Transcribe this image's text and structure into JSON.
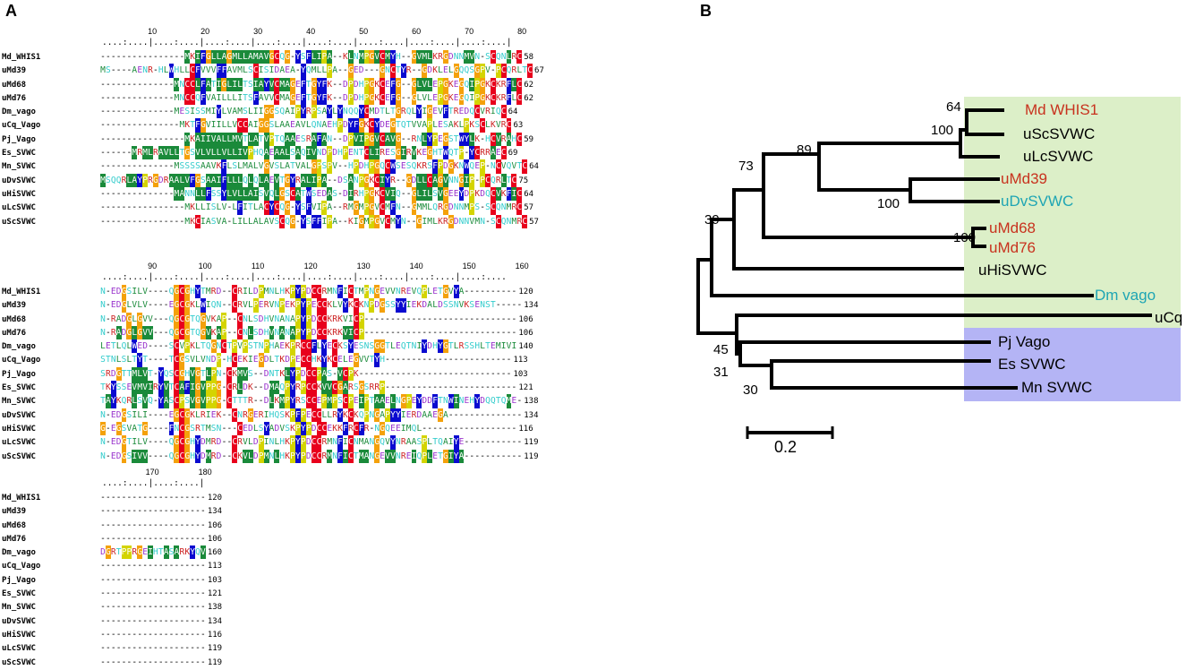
{
  "panels": {
    "a": "A",
    "b": "B"
  },
  "alignment": {
    "names": [
      "Md_WHIS1",
      "uMd39",
      "uMd68",
      "uMd76",
      "Dm_vago",
      "uCq_Vago",
      "Pj_Vago",
      "Es_SVWC",
      "Mn_SVWC",
      "uDvSVWC",
      "uHiSVWC",
      "uLcSVWC",
      "uScSVWC"
    ],
    "blocks": [
      {
        "ticks": [
          "10",
          "20",
          "30",
          "40",
          "50",
          "60",
          "70",
          "80"
        ],
        "rows": [
          {
            "seq": "----------------MKIFGLLAGMLLAMAVGCQG-YSFLIPA--KLNMPGVCMYH--GVMLKRGDNNMVN-SCQNLRC",
            "end": "58"
          },
          {
            "seq": "MS----AENR-HLWHLLCFVVVFFAVMLSCISIDAEA-YQMLLPA--GED---GNCTYR--GDKLELGQQSGPV-PCQRLTC",
            "end": "67"
          },
          {
            "seq": "--------------MNCCLFATIGLILTSIAYVCMAGEFTGYFK--DPDHPGKCEFG--GLVLEPGKEGQIPGKCKRFLC",
            "end": "62"
          },
          {
            "seq": "--------------MNCCQFVAILLLITSFAVVCMAGEFTGYFK--DPDHPGKCEFG--GLVLEPGKEGQIPGKCKRFLC",
            "end": "62"
          },
          {
            "seq": "--------------MESISSMIYLVAMSLIIGGSQAIPYRPSAYLYNQQYCMDTLTGRQLYIGEVFTREDQCVRIQC",
            "end": "64"
          },
          {
            "seq": "---------------MKTFGVIILLVCCAIGGSLAAEAVLQNAEHPDYFGKCYDEGTQTVVAPLESAKLPKSCLKVRC",
            "end": "63"
          },
          {
            "seq": "----------------MKAIIVALLMVTLATVPTQAAESRAFAN--DPVIPGVCAVG--RNLYPEGSTWYLK-HCVRAHC",
            "end": "59"
          },
          {
            "seq": "------MRMLRAVLLTGSVLVLLVLLIVPHQAEAALSAQIVNDPDHPENTCLIRESGIRVKEGHTWQTP-YCRRAEC",
            "end": "69"
          },
          {
            "seq": "--------------MSSSSAAVKFLSLMALVGVSLATVALGPSPV--HPDHPGQCWSESQKRSFPDGKNWQEP-NCVQVTC",
            "end": "64"
          },
          {
            "seq": "MSQQRLAYPRGDRAALVFGSAAIFLLLQLQLAEVTGYRALIPA--DSANPGKCIYR--GDLLCAGVNNGIP-PCQRLTC",
            "end": "75"
          },
          {
            "seq": "--------------MANNLLFSSYLVLLAISVQLGSCATWSEDAS-DIRHPGKCVIQ--GLILSVGEEYDPKDQCVKFIC",
            "end": "64"
          },
          {
            "seq": "----------------MKLLISLV-LFITLACYCQG-YSFVIPA--RMGMPGVCMFN--GMMLQRGDNNMPS-SCQNMRC",
            "end": "57"
          },
          {
            "seq": "----------------MKCIASVA-LILLALAVSCQG-YSFFIPA--KIGMPGVCMYN--GIMLKRGDNNVMN-SCQNMRC",
            "end": "57"
          }
        ]
      },
      {
        "ticks": [
          "90",
          "100",
          "110",
          "120",
          "130",
          "140",
          "150",
          "160"
        ],
        "rows": [
          {
            "seq": "N-EDGSILV----QGCGHYTMRD--CRILDPMNLHKPYPDCCRMNFICTMPNGEVVNREVQPLETGVYA----------",
            "end": "120"
          },
          {
            "seq": "N-EDGLVLV----EGCGKLWIQN--CRVLPERVNPEKPYPECCKLVYKCKNPDGSSYYIEKDALDSSNVKSENST-----",
            "end": "134"
          },
          {
            "seq": "N-RADGLGVV---QGCGTQGVKAP--CNLSDHVNANAPYPDCCKRKVICP-----------------------------",
            "end": "106"
          },
          {
            "seq": "N-RADGLGVV---QGCGTQGVKAP--CNLSDHVNANAPYPDCCKRKVICP-----------------------------",
            "end": "106"
          },
          {
            "seq": "LETLQLWED----SCVPKLTQGNCTPVPSTNPHAEKPRCCFLYECKSYESNSGGTLEQTNIYDHYGTLRSSHLTEMIVI",
            "end": "140"
          },
          {
            "seq": "STNLSLTYT----TCGSVLVNDP-HCEKIEGDLTKDPECCHKYKCELEGVVTYH------------------------",
            "end": "113"
          },
          {
            "seq": "SRDGTTMLVT-YQSCGHVGTLPN-CKMVS--DNTKLYPDCCPAS-VCPK-----------------------------",
            "end": "103"
          },
          {
            "seq": "TKYSSEVMVIRYVTCAFIGVPPG-CRLDK--DMAQPYRPCCKVVCGARSGSRRP-------------------------",
            "end": "121"
          },
          {
            "seq": "TAYKQRLSVQ-YASCPSVGVPPG-CTTTR--DLKMPYRSCCEPMPSCPEIPTAAELNGPEYDDFTNWINEHYDQQTQME-",
            "end": "138"
          },
          {
            "seq": "N-EDGSILI----EGCGKLRIEK--CNRGERIHQSKPFPECCLLRYKCKQPNGAPYYIERDAAEGA--------------",
            "end": "134"
          },
          {
            "seq": "G-EGSVATG----FNCGSRTMSN---CEDLSYADVSKPYPDCCEKKFRCFR-NGQEEIMQL------------------",
            "end": "116"
          },
          {
            "seq": "N-EDGTILV----QGCGHYDMRD--CRVLDPINLHKPYPDCCRMNFICNMANGQVYNRAASPLTQAIYE-----------",
            "end": "119"
          },
          {
            "seq": "N-EDGSIVV----QGCGHYDMRD--CKVLDPMNLHKPYPDCCRMNFICTMANGEVVNREIQPLETGIYA-----------",
            "end": "119"
          }
        ]
      },
      {
        "ticks": [
          "170",
          "180"
        ],
        "rows": [
          {
            "seq": "--------------------",
            "end": "120"
          },
          {
            "seq": "--------------------",
            "end": "134"
          },
          {
            "seq": "--------------------",
            "end": "106"
          },
          {
            "seq": "--------------------",
            "end": "106"
          },
          {
            "seq": "DGRTPPRGEIHTASARKYQV",
            "end": "160"
          },
          {
            "seq": "--------------------",
            "end": "113"
          },
          {
            "seq": "--------------------",
            "end": "103"
          },
          {
            "seq": "--------------------",
            "end": "121"
          },
          {
            "seq": "--------------------",
            "end": "138"
          },
          {
            "seq": "--------------------",
            "end": "134"
          },
          {
            "seq": "--------------------",
            "end": "116"
          },
          {
            "seq": "--------------------",
            "end": "119"
          },
          {
            "seq": "--------------------",
            "end": "119"
          }
        ]
      }
    ],
    "colors": {
      "hydrophobic": "#1a8a3a",
      "cysteine": "#e8001c",
      "aromatic": "#0a0ad0",
      "glycine": "#f4a10a",
      "proline": "#d4d400",
      "polar": "#33cccc",
      "charged_pos": "#cc2222",
      "charged_neg": "#9933cc",
      "other": "#8888cc"
    }
  },
  "tree": {
    "leaves": [
      {
        "label": "Md WHIS1",
        "color": "#c8321e"
      },
      {
        "label": "uScSVWC",
        "color": "#000000"
      },
      {
        "label": "uLcSVWC",
        "color": "#000000"
      },
      {
        "label": "uMd39",
        "color": "#c8321e",
        "part2": "39"
      },
      {
        "label": "uDvSVWC",
        "color": "#1ea5b4"
      },
      {
        "label": "uMd68",
        "color": "#c8321e"
      },
      {
        "label": "uMd76",
        "color": "#c8321e"
      },
      {
        "label": "uHiSVWC",
        "color": "#000000"
      },
      {
        "label": "Dm vago",
        "color": "#1ea5b4"
      },
      {
        "label": "uCq Vago",
        "color": "#000000"
      },
      {
        "label": "Pj Vago",
        "color": "#000000"
      },
      {
        "label": "Es SVWC",
        "color": "#000000"
      },
      {
        "label": "Mn SVWC",
        "color": "#000000"
      }
    ],
    "bootstrap": [
      "64",
      "100",
      "89",
      "100",
      "73",
      "100",
      "39",
      "45",
      "31",
      "30"
    ],
    "scale": "0.2",
    "clade_colors": {
      "insect": "#dcefc8",
      "crustacean": "#b4b4f5"
    }
  }
}
